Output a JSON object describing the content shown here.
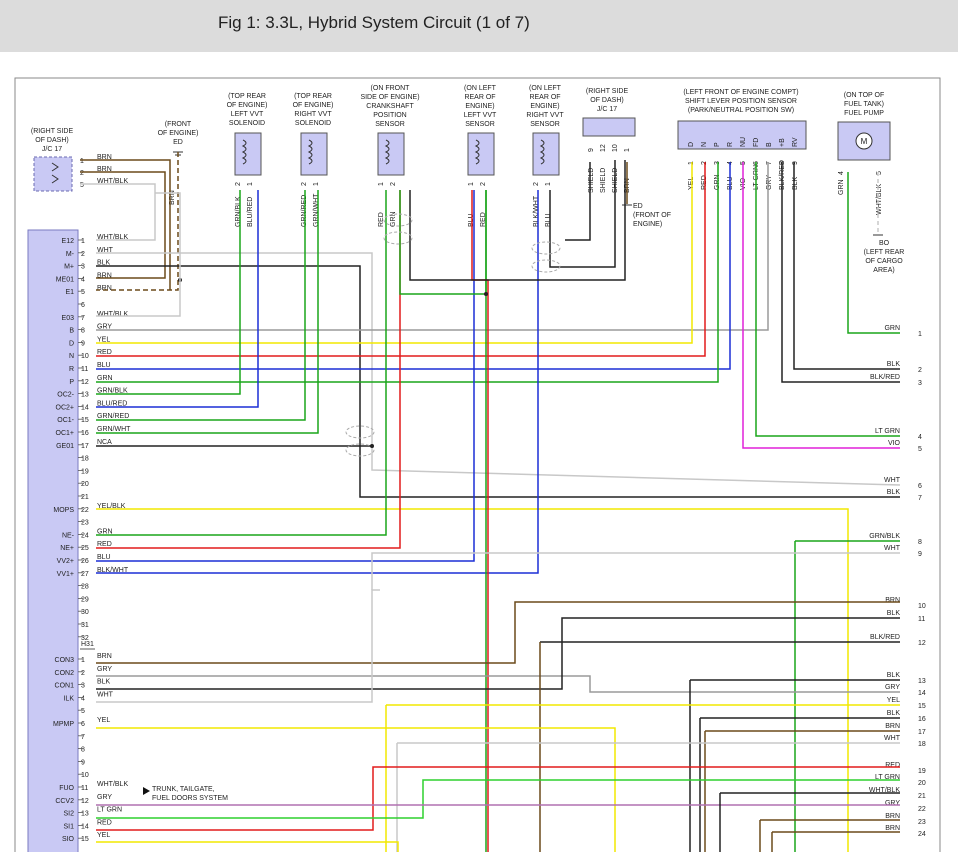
{
  "header": {
    "title": "Fig 1: 3.3L, Hybrid System Circuit (1 of 7)"
  },
  "colors": {
    "BRN": "#6b4a1a",
    "WHT": "#c8c8c8",
    "BLK": "#222222",
    "GRY": "#9a9a9a",
    "YEL": "#f2e800",
    "RED": "#e21b1b",
    "BLU": "#1c2fd6",
    "GRN": "#1aa51a",
    "LTGRN": "#2fd02f",
    "VIO": "#e020d8",
    "PINK": "#b070b0",
    "ECU": "#c9c9f4"
  },
  "jc17_left": {
    "location": [
      "(RIGHT SIDE",
      "OF DASH)",
      "J/C 17"
    ],
    "pins": [
      {
        "n": "1",
        "w": "BRN"
      },
      {
        "n": "2",
        "w": "BRN"
      },
      {
        "n": "5",
        "w": "WHT/BLK"
      }
    ]
  },
  "ed_top": {
    "location": [
      "(FRONT",
      "OF ENGINE)",
      "ED"
    ],
    "wire": "BRN"
  },
  "components": [
    {
      "label": [
        "(TOP REAR",
        "OF ENGINE)",
        "LEFT VVT",
        "SOLENOID"
      ],
      "wires": [
        "GRN/BLK",
        "BLU/RED"
      ],
      "pins": [
        "2",
        "1"
      ]
    },
    {
      "label": [
        "(TOP REAR",
        "OF ENGINE)",
        "RIGHT VVT",
        "SOLENOID"
      ],
      "wires": [
        "GRN/RED",
        "GRN/WHT"
      ],
      "pins": [
        "2",
        "1"
      ]
    },
    {
      "label": [
        "(ON FRONT",
        "SIDE OF ENGINE)",
        "CRANKSHAFT",
        "POSITION",
        "SENSOR"
      ],
      "wires": [
        "RED",
        "GRN"
      ],
      "pins": [
        "1",
        "2"
      ]
    },
    {
      "label": [
        "(ON LEFT",
        "REAR OF",
        "ENGINE)",
        "LEFT VVT",
        "SENSOR"
      ],
      "wires": [
        "BLU",
        "RED"
      ],
      "pins": [
        "1",
        "2"
      ]
    },
    {
      "label": [
        "(ON LEFT",
        "REAR OF",
        "ENGINE)",
        "RIGHT VVT",
        "SENSOR"
      ],
      "wires": [
        "BLK/WHT",
        "BLU"
      ],
      "pins": [
        "2",
        "1"
      ]
    }
  ],
  "jc17_right": {
    "label": [
      "(RIGHT SIDE",
      "OF DASH)",
      "J/C 17"
    ],
    "pins": [
      "9",
      "12",
      "10",
      "1"
    ],
    "wires": [
      "SHIELD",
      "SHIELD",
      "SHIELD",
      "BRN"
    ]
  },
  "ed_right": {
    "label": [
      "ED",
      "(FRONT OF",
      "ENGINE)"
    ]
  },
  "shift_sensor": {
    "label": [
      "(LEFT FRONT OF ENGINE COMPT)",
      "SHIFT LEVER POSITION SENSOR",
      "(PARK/NEUTRAL POSITION SW)"
    ],
    "terms": [
      "D",
      "N",
      "P",
      "R",
      "NU",
      "FD",
      "B",
      "+B",
      "RV"
    ],
    "pins": [
      "1",
      "2",
      "3",
      "4",
      "5",
      "6",
      "7",
      "8",
      "9"
    ],
    "wires": [
      "YEL",
      "RED",
      "GRN",
      "BLU",
      "VIO",
      "LT GRN",
      "GRY",
      "BLK/RED",
      "BLK"
    ]
  },
  "fuel_pump": {
    "label": [
      "(ON TOP OF",
      "FUEL TANK)",
      "FUEL PUMP"
    ],
    "motor": "M",
    "pins": [
      "4",
      "5"
    ],
    "wires": [
      "GRN",
      "WHT/BLK"
    ]
  },
  "bo": {
    "label": [
      "BO",
      "(LEFT REAR",
      "OF CARGO",
      "AREA)"
    ]
  },
  "ecu_a_rows": [
    {
      "pin": "1",
      "name": "E12",
      "w": "WHT/BLK"
    },
    {
      "pin": "2",
      "name": "M-",
      "w": "WHT"
    },
    {
      "pin": "3",
      "name": "M+",
      "w": "BLK"
    },
    {
      "pin": "4",
      "name": "ME01",
      "w": "BRN"
    },
    {
      "pin": "5",
      "name": "E1",
      "w": "BRN"
    },
    {
      "pin": "6",
      "name": "",
      "w": ""
    },
    {
      "pin": "7",
      "name": "E03",
      "w": "WHT/BLK"
    },
    {
      "pin": "8",
      "name": "B",
      "w": "GRY"
    },
    {
      "pin": "9",
      "name": "D",
      "w": "YEL"
    },
    {
      "pin": "10",
      "name": "N",
      "w": "RED"
    },
    {
      "pin": "11",
      "name": "R",
      "w": "BLU"
    },
    {
      "pin": "12",
      "name": "P",
      "w": "GRN"
    },
    {
      "pin": "13",
      "name": "OC2-",
      "w": "GRN/BLK"
    },
    {
      "pin": "14",
      "name": "OC2+",
      "w": "BLU/RED"
    },
    {
      "pin": "15",
      "name": "OC1-",
      "w": "GRN/RED"
    },
    {
      "pin": "16",
      "name": "OC1+",
      "w": "GRN/WHT"
    },
    {
      "pin": "17",
      "name": "GE01",
      "w": "NCA"
    },
    {
      "pin": "18",
      "name": "",
      "w": ""
    },
    {
      "pin": "19",
      "name": "",
      "w": ""
    },
    {
      "pin": "20",
      "name": "",
      "w": ""
    },
    {
      "pin": "21",
      "name": "",
      "w": ""
    },
    {
      "pin": "22",
      "name": "MOPS",
      "w": "YEL/BLK"
    },
    {
      "pin": "23",
      "name": "",
      "w": ""
    },
    {
      "pin": "24",
      "name": "NE-",
      "w": "GRN"
    },
    {
      "pin": "25",
      "name": "NE+",
      "w": "RED"
    },
    {
      "pin": "26",
      "name": "VV2+",
      "w": "BLU"
    },
    {
      "pin": "27",
      "name": "VV1+",
      "w": "BLK/WHT"
    },
    {
      "pin": "28",
      "name": "",
      "w": ""
    },
    {
      "pin": "29",
      "name": "",
      "w": ""
    },
    {
      "pin": "30",
      "name": "",
      "w": ""
    },
    {
      "pin": "31",
      "name": "",
      "w": ""
    },
    {
      "pin": "32",
      "name": "",
      "w": ""
    }
  ],
  "ecu_b_label": "H31",
  "ecu_b_rows": [
    {
      "pin": "1",
      "name": "CON3",
      "w": "BRN"
    },
    {
      "pin": "2",
      "name": "CON2",
      "w": "GRY"
    },
    {
      "pin": "3",
      "name": "CON1",
      "w": "BLK"
    },
    {
      "pin": "4",
      "name": "ILK",
      "w": "WHT"
    },
    {
      "pin": "5",
      "name": "",
      "w": ""
    },
    {
      "pin": "6",
      "name": "MPMP",
      "w": "YEL"
    },
    {
      "pin": "7",
      "name": "",
      "w": ""
    },
    {
      "pin": "8",
      "name": "",
      "w": ""
    },
    {
      "pin": "9",
      "name": "",
      "w": ""
    },
    {
      "pin": "10",
      "name": "",
      "w": ""
    },
    {
      "pin": "11",
      "name": "FUO",
      "w": "WHT/BLK"
    },
    {
      "pin": "12",
      "name": "CCV2",
      "w": "GRY"
    },
    {
      "pin": "13",
      "name": "SI2",
      "w": "LT GRN"
    },
    {
      "pin": "14",
      "name": "SI1",
      "w": "RED"
    },
    {
      "pin": "15",
      "name": "SIO",
      "w": "YEL"
    }
  ],
  "trunk_note": [
    "TRUNK, TAILGATE,",
    "FUEL DOORS SYSTEM"
  ],
  "right_wires": [
    {
      "n": "1",
      "w": "GRN"
    },
    {
      "n": "2",
      "w": "BLK"
    },
    {
      "n": "3",
      "w": "BLK/RED"
    },
    {
      "n": "4",
      "w": "LT GRN"
    },
    {
      "n": "5",
      "w": "VIO"
    },
    {
      "n": "6",
      "w": "WHT"
    },
    {
      "n": "7",
      "w": "BLK"
    },
    {
      "n": "8",
      "w": "GRN/BLK"
    },
    {
      "n": "9",
      "w": "WHT"
    },
    {
      "n": "10",
      "w": "BRN"
    },
    {
      "n": "11",
      "w": "BLK"
    },
    {
      "n": "12",
      "w": "BLK/RED"
    },
    {
      "n": "13",
      "w": "BLK"
    },
    {
      "n": "14",
      "w": "GRY"
    },
    {
      "n": "15",
      "w": "YEL"
    },
    {
      "n": "16",
      "w": "BLK"
    },
    {
      "n": "17",
      "w": "BRN"
    },
    {
      "n": "18",
      "w": "WHT"
    },
    {
      "n": "19",
      "w": "RED"
    },
    {
      "n": "20",
      "w": "LT GRN"
    },
    {
      "n": "21",
      "w": "WHT/BLK"
    },
    {
      "n": "22",
      "w": "GRY"
    },
    {
      "n": "23",
      "w": "BRN"
    },
    {
      "n": "24",
      "w": "BRN"
    }
  ]
}
